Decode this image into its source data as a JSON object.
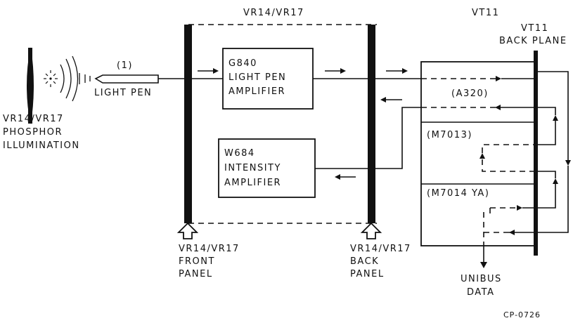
{
  "labels": {
    "vr_top": "VR14/VR17",
    "vt11_top": "VT11",
    "vt11_backplane_1": "VT11",
    "vt11_backplane_2": "BACK PLANE",
    "callout": "(1)",
    "light_pen": "LIGHT PEN",
    "phosphor_1": "VR14/VR17",
    "phosphor_2": "PHOSPHOR",
    "phosphor_3": "ILLUMINATION",
    "g840_1": "G840",
    "g840_2": "LIGHT PEN",
    "g840_3": "AMPLIFIER",
    "w684_1": "W684",
    "w684_2": "INTENSITY",
    "w684_3": "AMPLIFIER",
    "a320": "(A320)",
    "m7013": "(M7013)",
    "m7014": "(M7014 YA)",
    "front_1": "VR14/VR17",
    "front_2": "FRONT",
    "front_3": "PANEL",
    "back_1": "VR14/VR17",
    "back_2": "BACK",
    "back_3": "PANEL",
    "unibus_1": "UNIBUS",
    "unibus_2": "DATA",
    "figure_code": "CP-0726"
  }
}
